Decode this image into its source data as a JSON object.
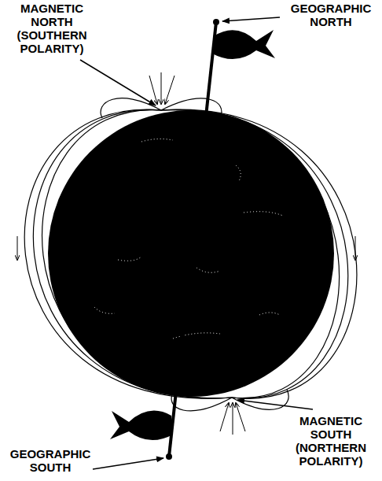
{
  "diagram": {
    "labels": [
      "MAGNETIC NORTH (SOUTHERN POLARITY)",
      "GEOGRAPHIC NORTH",
      "MAGNETIC SOUTH (NORTHERN POLARITY)",
      "GEOGRAPHIC SOUTH"
    ]
  }
}
